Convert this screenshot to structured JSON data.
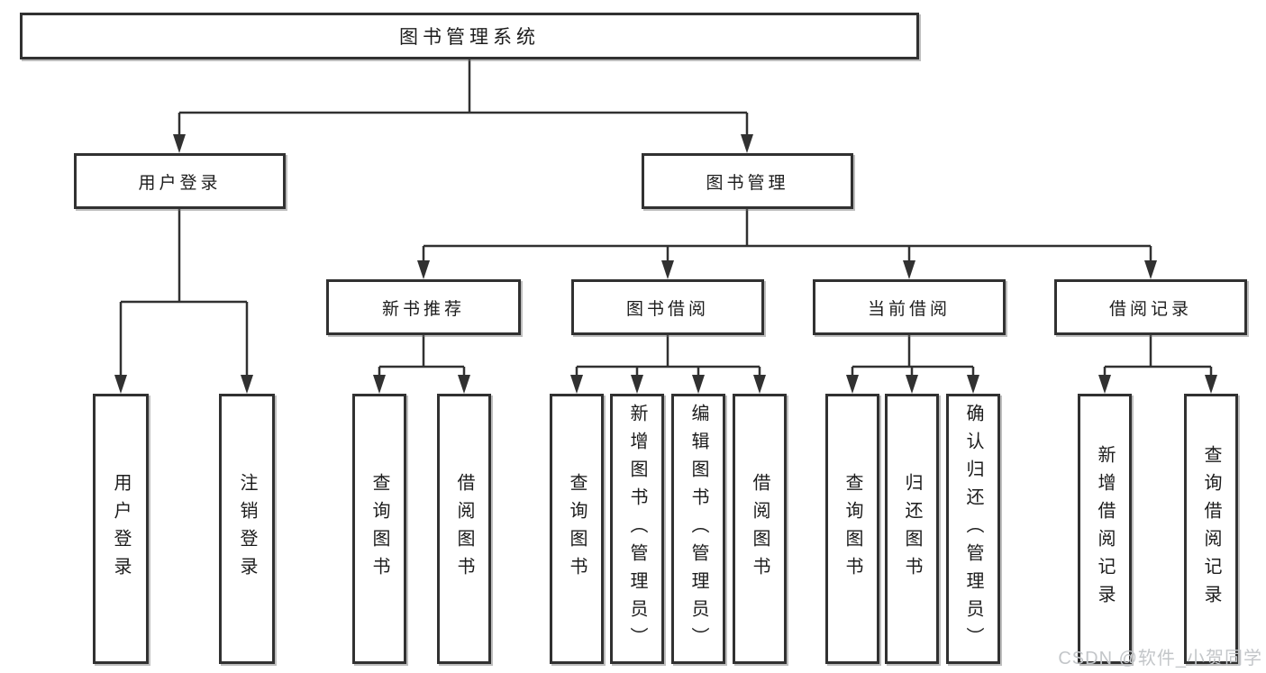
{
  "diagram": {
    "title": "图书管理系统",
    "watermark": "CSDN @软件_小贺同学",
    "colors": {
      "line": "#313131",
      "box_border": "#313131",
      "box_background": "#ffffff",
      "text": "#1c1c1c",
      "watermark": "#c3c6c9"
    },
    "nodes": [
      {
        "id": "root",
        "label": "图书管理系统",
        "level": 1
      },
      {
        "id": "user-login",
        "label": "用户登录",
        "level": 2
      },
      {
        "id": "book-management",
        "label": "图书管理",
        "level": 2
      },
      {
        "id": "new-book-recommendation",
        "label": "新书推荐",
        "level": 3
      },
      {
        "id": "book-borrowing",
        "label": "图书借阅",
        "level": 3
      },
      {
        "id": "current-borrowing",
        "label": "当前借阅",
        "level": 3
      },
      {
        "id": "borrowing-records",
        "label": "借阅记录",
        "level": 3
      },
      {
        "id": "leaf-user-login",
        "label": "用户登录",
        "level": 4
      },
      {
        "id": "leaf-logout",
        "label": "注销登录",
        "level": 4
      },
      {
        "id": "leaf-query-books-recommend",
        "label": "查询图书",
        "level": 4
      },
      {
        "id": "leaf-borrow-books-recommend",
        "label": "借阅图书",
        "level": 4
      },
      {
        "id": "leaf-query-books-borrowing",
        "label": "查询图书",
        "level": 4
      },
      {
        "id": "leaf-add-book-admin",
        "label": "新增图书（管理员）",
        "level": 4
      },
      {
        "id": "leaf-edit-book-admin",
        "label": "编辑图书（管理员）",
        "level": 4
      },
      {
        "id": "leaf-borrow-books-borrowing",
        "label": "借阅图书",
        "level": 4
      },
      {
        "id": "leaf-query-books-current",
        "label": "查询图书",
        "level": 4
      },
      {
        "id": "leaf-return-books",
        "label": "归还图书",
        "level": 4
      },
      {
        "id": "leaf-confirm-return-admin",
        "label": "确认归还（管理员）",
        "level": 4
      },
      {
        "id": "leaf-add-borrow-record",
        "label": "新增借阅记录",
        "level": 4
      },
      {
        "id": "leaf-query-borrow-record",
        "label": "查询借阅记录",
        "level": 4
      }
    ],
    "edges": [
      {
        "from": "root",
        "to": [
          "user-login",
          "book-management"
        ]
      },
      {
        "from": "user-login",
        "to": [
          "leaf-user-login",
          "leaf-logout"
        ]
      },
      {
        "from": "book-management",
        "to": [
          "new-book-recommendation",
          "book-borrowing",
          "current-borrowing",
          "borrowing-records"
        ]
      },
      {
        "from": "new-book-recommendation",
        "to": [
          "leaf-query-books-recommend",
          "leaf-borrow-books-recommend"
        ]
      },
      {
        "from": "book-borrowing",
        "to": [
          "leaf-query-books-borrowing",
          "leaf-add-book-admin",
          "leaf-edit-book-admin",
          "leaf-borrow-books-borrowing"
        ]
      },
      {
        "from": "current-borrowing",
        "to": [
          "leaf-query-books-current",
          "leaf-return-books",
          "leaf-confirm-return-admin"
        ]
      },
      {
        "from": "borrowing-records",
        "to": [
          "leaf-add-borrow-record",
          "leaf-query-borrow-record"
        ]
      }
    ]
  }
}
